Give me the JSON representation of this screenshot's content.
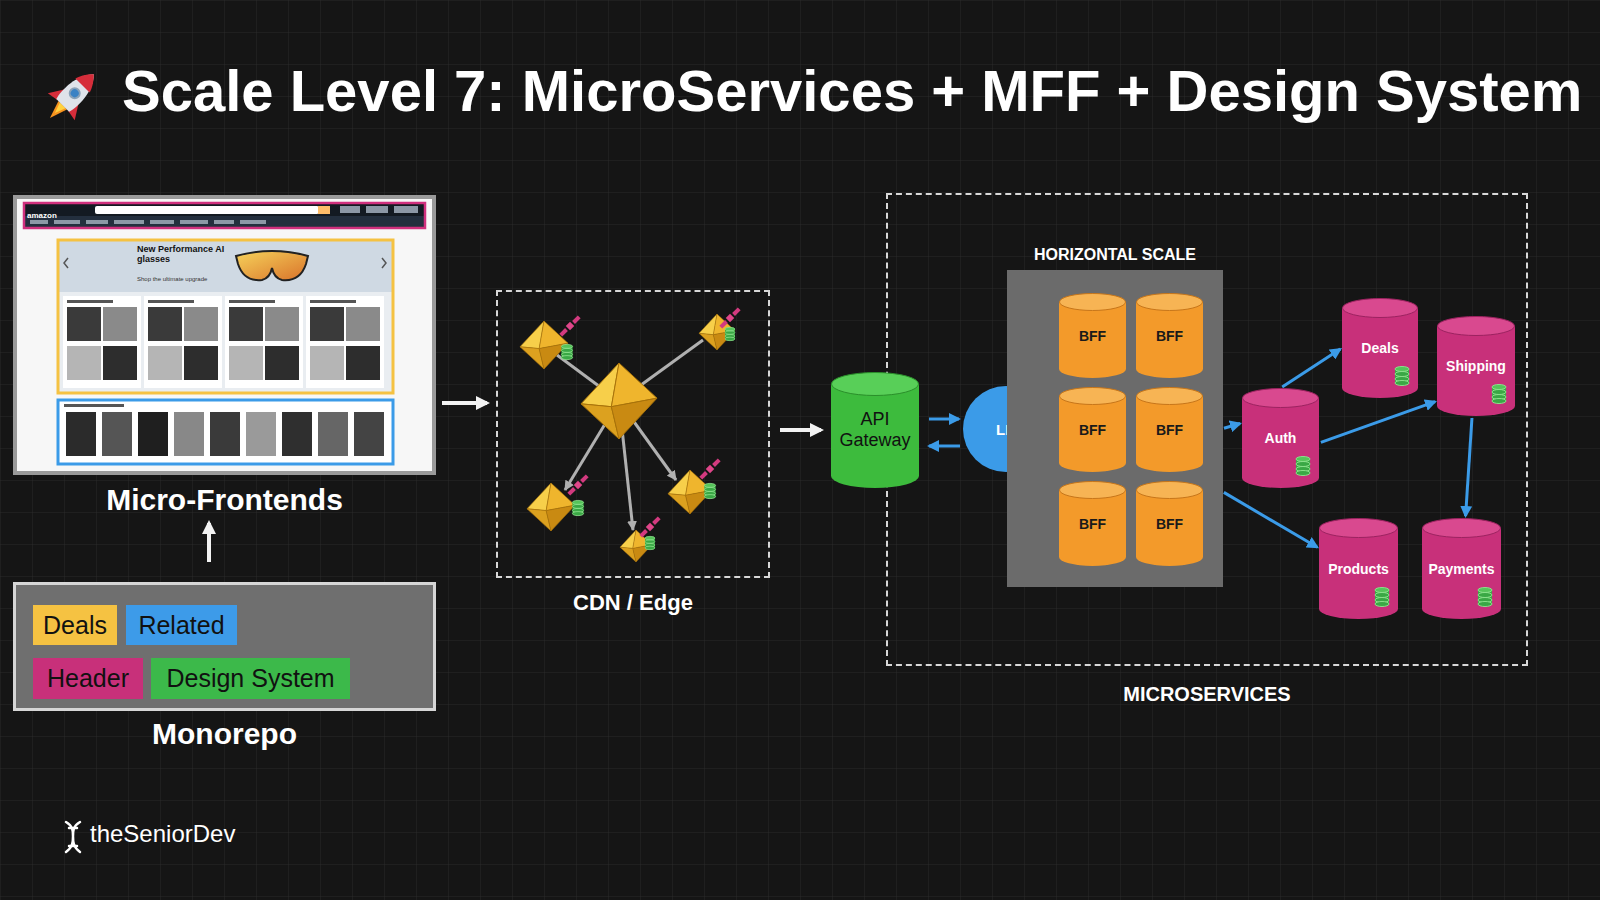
{
  "diagram": {
    "title": "Scale Level 7: MicroServices + MFF + Design System",
    "nodes": [
      {
        "text": [
          "Micro-Frontends"
        ]
      },
      {
        "text": [
          "Monorepo"
        ]
      },
      {
        "text": [
          "Deals"
        ],
        "in": 1
      },
      {
        "text": [
          "Related"
        ],
        "in": 1
      },
      {
        "text": [
          "Header"
        ],
        "in": 1
      },
      {
        "text": [
          "Design System"
        ],
        "in": 1
      },
      {
        "text": [
          "CDN / Edge"
        ]
      },
      {
        "text": [
          "MICROSERVICES"
        ]
      },
      {
        "text": [
          "API Gateway"
        ]
      },
      {
        "text": [
          "LB"
        ],
        "in": 7
      },
      {
        "text": [
          "HORIZONTAL SCALE"
        ],
        "in": 7
      },
      {
        "text": [
          "BFF"
        ],
        "in": 10
      },
      {
        "text": [
          "BFF"
        ],
        "in": 10
      },
      {
        "text": [
          "BFF"
        ],
        "in": 10
      },
      {
        "text": [
          "BFF"
        ],
        "in": 10
      },
      {
        "text": [
          "BFF"
        ],
        "in": 10
      },
      {
        "text": [
          "BFF"
        ],
        "in": 10
      },
      {
        "text": [
          "Auth"
        ],
        "in": 7
      },
      {
        "text": [
          "Deals"
        ],
        "in": 7
      },
      {
        "text": [
          "Shipping"
        ],
        "in": 7
      },
      {
        "text": [
          "Products"
        ],
        "in": 7
      },
      {
        "text": [
          "Payments"
        ],
        "in": 7
      }
    ],
    "edges": [
      {
        "from": 0,
        "to": 6,
        "arrow": "to"
      },
      {
        "from": 6,
        "to": 8,
        "arrow": "to"
      },
      {
        "from": 1,
        "to": 0,
        "arrow": "to"
      },
      {
        "from": 8,
        "to": 9,
        "arrow": "to"
      },
      {
        "from": 9,
        "to": 8,
        "arrow": "to"
      },
      {
        "from": 10,
        "to": 17,
        "arrow": "to"
      },
      {
        "from": 17,
        "to": 18,
        "arrow": "to"
      },
      {
        "from": 17,
        "to": 19,
        "arrow": "to"
      },
      {
        "from": 10,
        "to": 20,
        "arrow": "to"
      },
      {
        "from": 19,
        "to": 21,
        "arrow": "to"
      }
    ],
    "labels": [
      "amazon",
      "New Performance AI glasses",
      "Shop the ultimate upgrade",
      "theSeniorDev"
    ]
  }
}
